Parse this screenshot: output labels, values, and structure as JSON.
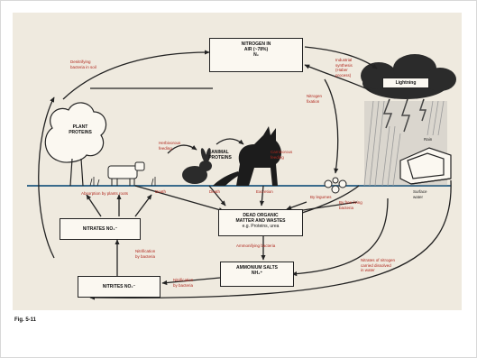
{
  "figure_label": "Fig. 5-11",
  "boxes": {
    "nitrogen_air": [
      "NITROGEN IN",
      "AIR (~78%)",
      "N₂"
    ],
    "lightning": "Lightning",
    "plant_proteins": [
      "PLANT",
      "PROTEINS"
    ],
    "animal_proteins": [
      "ANIMAL",
      "PROTEINS"
    ],
    "dead_matter": [
      "DEAD ORGANIC",
      "MATTER AND WASTES",
      "e.g. Proteins, urea"
    ],
    "ammonium": [
      "AMMONIUM SALTS",
      "NH₄⁺"
    ],
    "nitrates": "NITRATES NO₃⁻",
    "nitrites": "NITRITES NO₂⁻"
  },
  "labels": {
    "denitrifying": [
      "Denitrifying",
      "bacteria in soil"
    ],
    "industrial": [
      "Industrial",
      "synthesis",
      "(Haber",
      "process)"
    ],
    "fixation": [
      "Nitrogen",
      "fixation"
    ],
    "herbivorous": [
      "Herbivorous",
      "feeding"
    ],
    "carnivorous": [
      "Carnivorous",
      "feeding"
    ],
    "rain": "Rain",
    "death1": "Death",
    "death2": "Death",
    "excretion": "Excretion",
    "legumes": "By legumes",
    "free_living": [
      "By free living",
      "bacteria"
    ],
    "surface_water": [
      "Surface",
      "water"
    ],
    "ammonifying": "Ammonifying bacteria",
    "nitrification1": [
      "Nitrification",
      "by bacteria"
    ],
    "nitrification2": [
      "Nitrification",
      "by bacteria"
    ],
    "absorption": "Absorption by plants roots",
    "washed": [
      "Nitrates of nitrogen",
      "carried dissolved",
      "in water"
    ]
  }
}
